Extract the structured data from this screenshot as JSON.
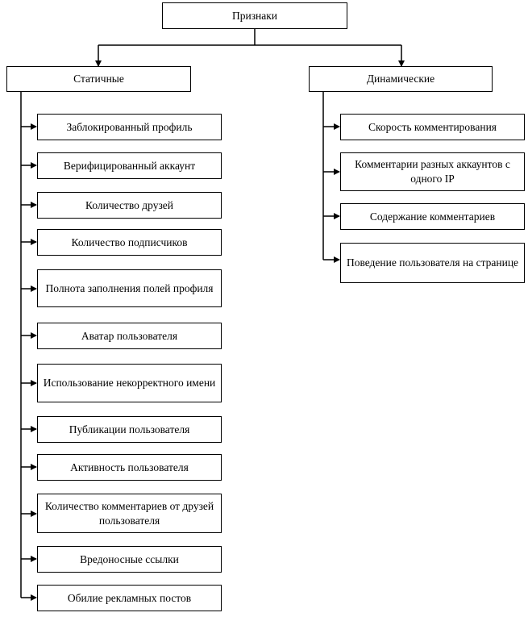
{
  "diagram": {
    "root": "Признаки",
    "static": {
      "label": "Статичные",
      "items": [
        "Заблокированный профиль",
        "Верифицированный аккаунт",
        "Количество друзей",
        "Количество подписчиков",
        "Полнота заполнения полей профиля",
        "Аватар пользователя",
        "Использование некорректного имени",
        "Публикации пользователя",
        "Активность пользователя",
        "Количество комментариев от друзей пользователя",
        "Вредоносные ссылки",
        "Обилие рекламных постов"
      ]
    },
    "dynamic": {
      "label": "Динамические",
      "items": [
        "Скорость комментирования",
        "Комментарии разных аккаунтов с одного IP",
        "Содержание комментариев",
        "Поведение пользователя на странице"
      ]
    }
  }
}
